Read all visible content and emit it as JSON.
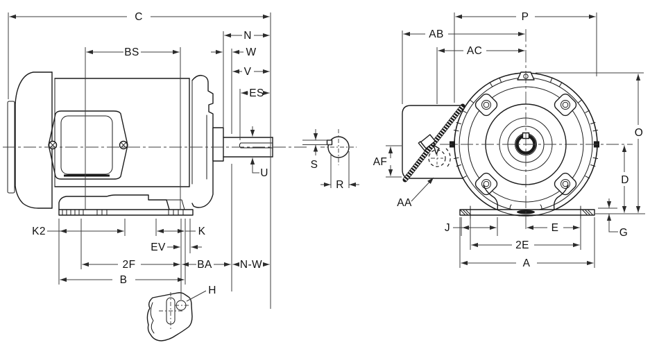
{
  "diagram_type": "motor-outline-dimension-drawing",
  "colors": {
    "object_line": "#1a1a1a",
    "dimension_line": "#3c3c3c",
    "background": "#ffffff"
  },
  "dimensions": {
    "side_view": {
      "C": "C",
      "BS": "BS",
      "N": "N",
      "W": "W",
      "V": "V",
      "ES": "ES",
      "U": "U",
      "K2": "K2",
      "K": "K",
      "EV": "EV",
      "2F": "2F",
      "BA": "BA",
      "NW": "N-W",
      "B": "B",
      "H": "H"
    },
    "shaft_section": {
      "S": "S",
      "R": "R"
    },
    "front_view": {
      "P": "P",
      "AB": "AB",
      "AC": "AC",
      "O": "O",
      "D": "D",
      "G": "G",
      "AF": "AF",
      "AA": "AA",
      "J": "J",
      "E": "E",
      "2E": "2E",
      "A": "A"
    }
  }
}
